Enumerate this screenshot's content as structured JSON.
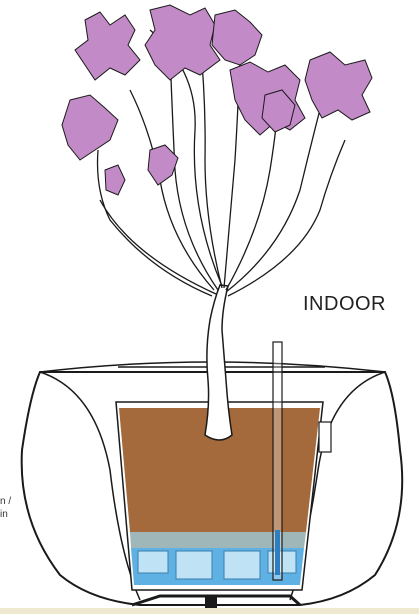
{
  "labels": {
    "indoor": "INDOOR",
    "side_line1": "n /",
    "side_line2": "in"
  },
  "colors": {
    "blossom": "#c38ac8",
    "soil": "#a56a3b",
    "water": "#5fb1e3",
    "water_light": "#bfe2f5",
    "outline": "#1a1a1a"
  }
}
